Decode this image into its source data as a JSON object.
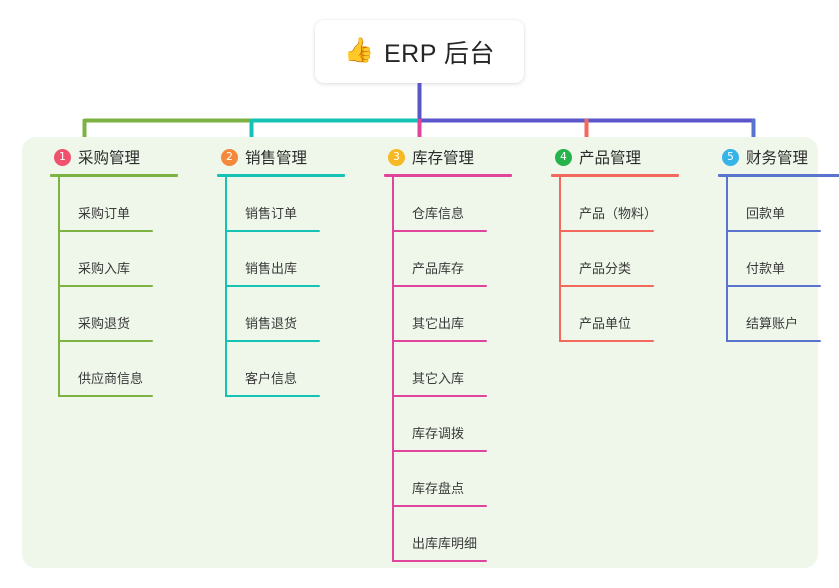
{
  "diagram": {
    "type": "mindmap",
    "background": "#ffffff",
    "panel_color": "#eef7e9",
    "root": {
      "emoji": "👍",
      "emoji_name": "thumbs-up-emoji",
      "title": "ERP 后台"
    },
    "branches": [
      {
        "number": "1",
        "title": "采购管理",
        "badge_color": "#f0526d",
        "line_color": "#7cb342",
        "items": [
          "采购订单",
          "采购入库",
          "采购退货",
          "供应商信息"
        ]
      },
      {
        "number": "2",
        "title": "销售管理",
        "badge_color": "#f4893c",
        "line_color": "#16c2b4",
        "items": [
          "销售订单",
          "销售出库",
          "销售退货",
          "客户信息"
        ]
      },
      {
        "number": "3",
        "title": "库存管理",
        "badge_color": "#f5b924",
        "line_color": "#e0459b",
        "items": [
          "仓库信息",
          "产品库存",
          "其它出库",
          "其它入库",
          "库存调拨",
          "库存盘点",
          "出库库明细"
        ]
      },
      {
        "number": "4",
        "title": "产品管理",
        "badge_color": "#27b34b",
        "line_color": "#f4695e",
        "items": [
          "产品（物料）",
          "产品分类",
          "产品单位"
        ]
      },
      {
        "number": "5",
        "title": "财务管理",
        "badge_color": "#36b4e8",
        "line_color": "#5a73cc",
        "items": [
          "回款单",
          "付款单",
          "结算账户"
        ]
      }
    ],
    "connector_colors": {
      "root_stem": "#5a55c8",
      "bar_left": "#7cb342",
      "bar_mid": "#16c2b4",
      "bar_right": "#5a55c8",
      "drop_1": "#7cb342",
      "drop_2": "#16c2b4",
      "drop_3": "#e0459b",
      "drop_4": "#f4695e",
      "drop_5": "#5a73cc"
    }
  }
}
